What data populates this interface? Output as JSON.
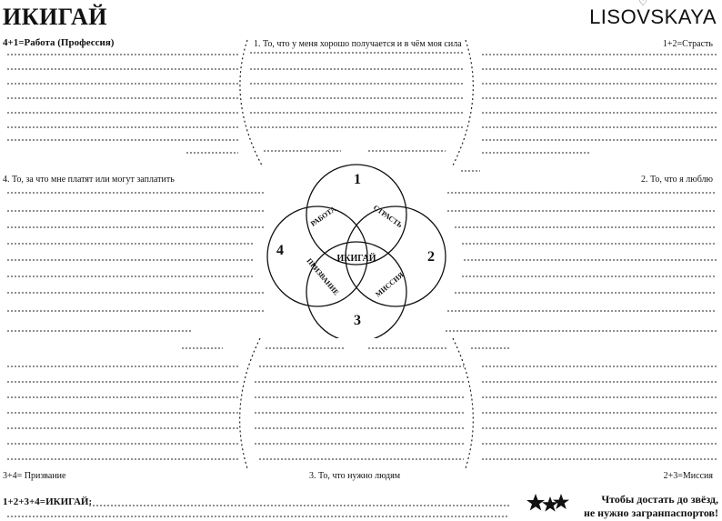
{
  "header": {
    "title": "ИКИГАЙ",
    "brand_prefix": "LISO",
    "brand_v": "V",
    "brand_suffix": "SKAYA"
  },
  "labels": {
    "work": "4+1=Работа (Профессия)",
    "q1": "1. То, что у меня хорошо получается и в чём моя сила",
    "passion": "1+2=Страсть",
    "q4": "4. То, за что мне платят или могут заплатить",
    "q2": "2. То, что я люблю",
    "calling": "3+4= Призвание",
    "q3": "3. То, что нужно людям",
    "mission": "2+3=Миссия",
    "ikigai_sum": "1+2+3+4=ИКИГАЙ:"
  },
  "diagram": {
    "numbers": [
      "1",
      "2",
      "3",
      "4"
    ],
    "center": "ИКИГАЙ",
    "work": "РАБОТА",
    "passion": "СТРАСТЬ",
    "calling": "ПРИЗВАНИЕ",
    "mission": "МИССИЯ"
  },
  "footer": {
    "quote_line1": "Чтобы достать до звёзд,",
    "quote_line2": "не нужно загранпаспортов!"
  }
}
